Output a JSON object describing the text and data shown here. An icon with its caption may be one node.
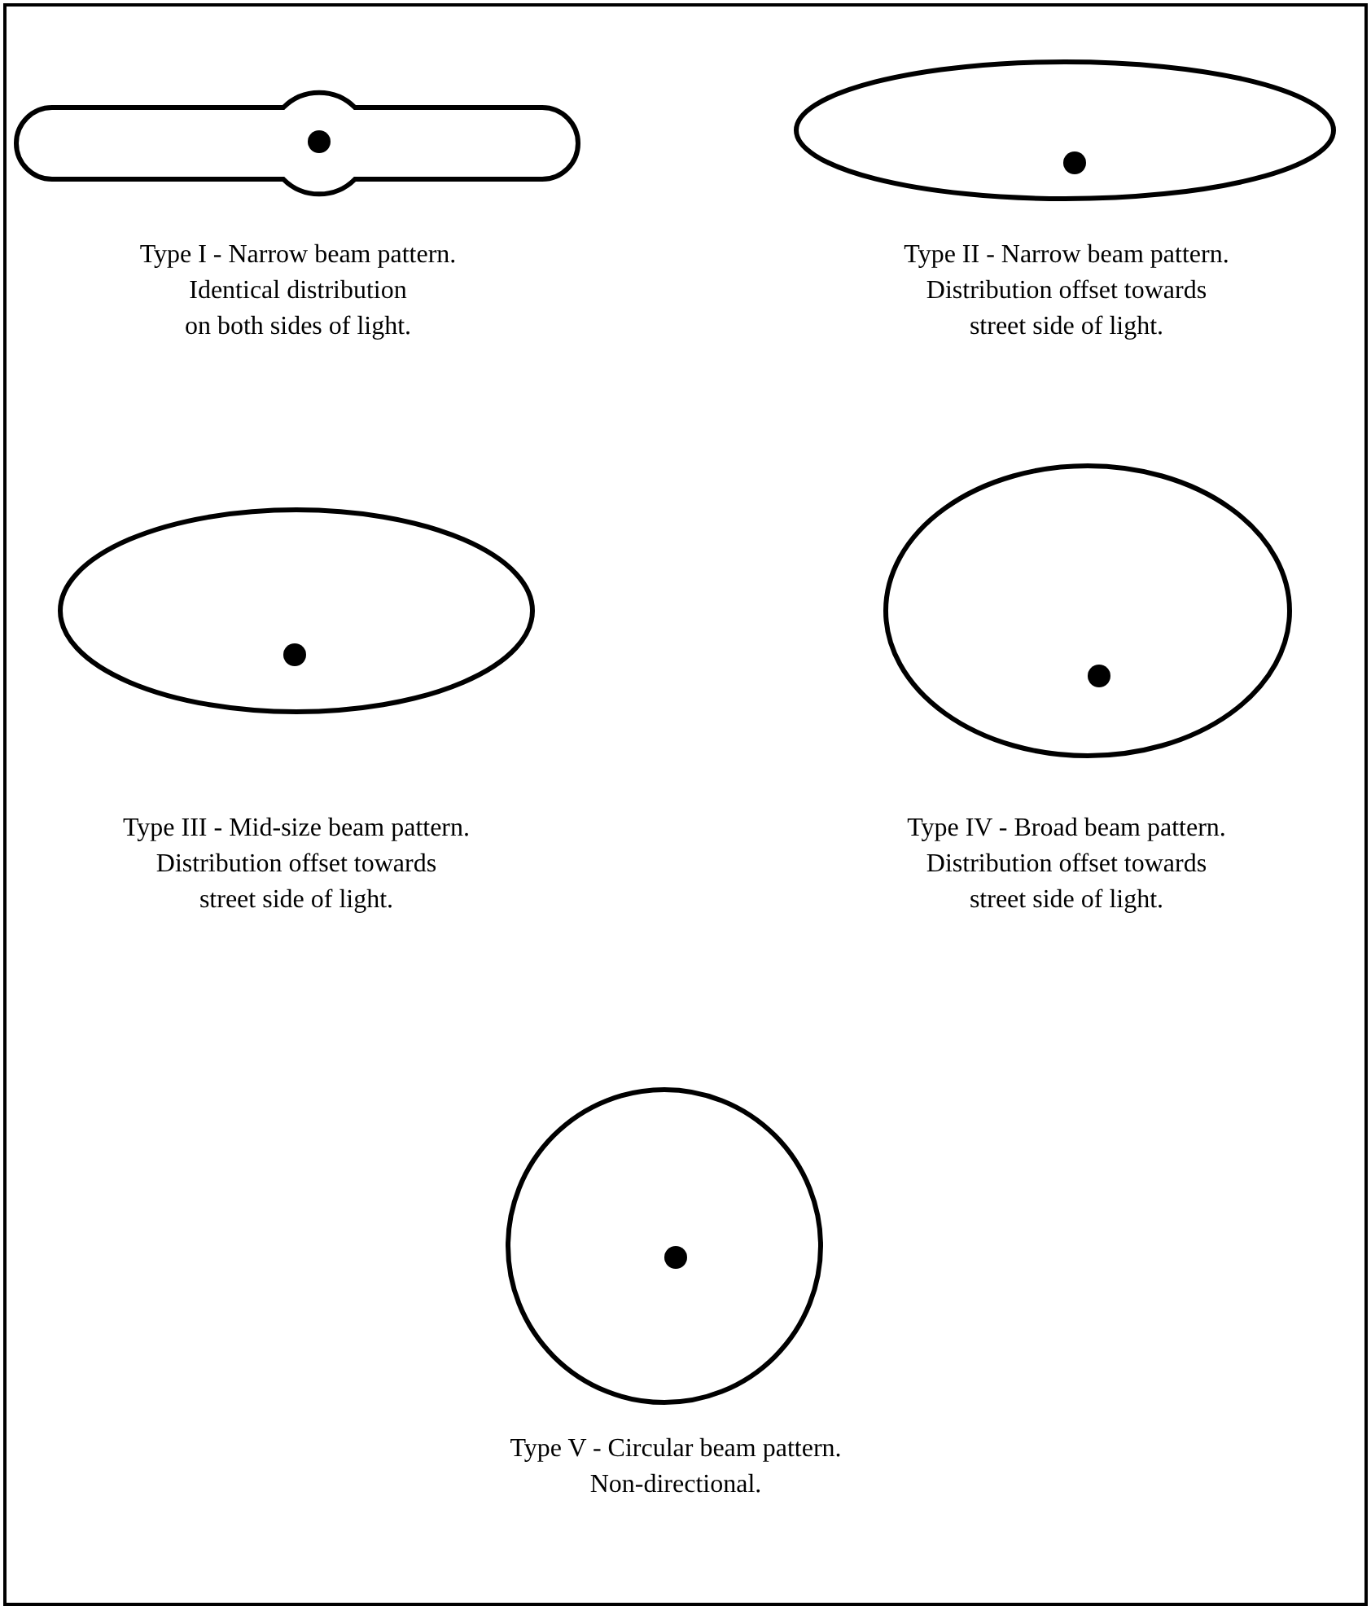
{
  "diagram": {
    "labels": [
      "Type I - Narrow beam pattern.",
      "Identical distribution",
      "on both sides of light.",
      "Type II - Narrow beam pattern.",
      "Distribution offset towards",
      "street side of light.",
      "Type III - Mid-size beam pattern.",
      "Distribution offset towards",
      "street side of light.",
      "Type IV - Broad beam pattern.",
      "Distribution offset towards",
      "street side of light.",
      "Type V - Circular beam pattern.",
      "Non-directional."
    ]
  }
}
